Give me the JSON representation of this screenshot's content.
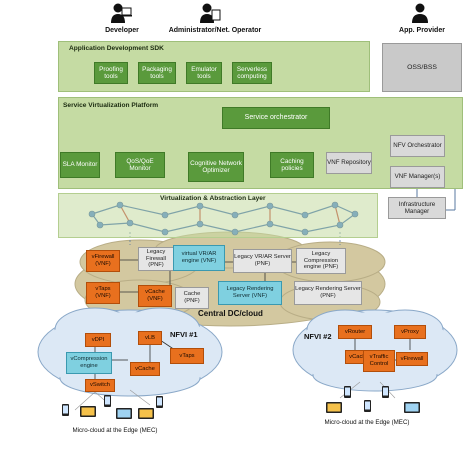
{
  "roles": {
    "developer": "Developer",
    "administrator": "Administrator/Net. Operator",
    "provider": "App. Provider"
  },
  "sdk": {
    "title": "Application Development SDK",
    "tools": [
      "Proofing tools",
      "Packaging tools",
      "Emulator tools",
      "Serverless computing"
    ]
  },
  "oss": "OSS/BSS",
  "svp": {
    "title": "Service Virtualization Platform",
    "orchestrator": "Service orchestrator",
    "boxes": [
      "SLA Monitor",
      "QoS/QoE Monitor",
      "Cognitive Network Optimizer",
      "Caching policies"
    ],
    "vnf_repository": "VNF Repository"
  },
  "nfv": {
    "orchestrator": "NFV Orchestrator",
    "vnf_managers": "VNF Manager(s)",
    "infrastructure_manager": "Infrastructure Manager"
  },
  "val": {
    "title": "Virtualization & Abstraction Layer"
  },
  "central": {
    "title": "Central DC/cloud",
    "vfirewall": "vFirewall (VNF)",
    "vtaps": "vTaps (VNF)",
    "vcache": "vCache (VNF)",
    "legacy_firewall": "Legacy Firewall (PNF)",
    "virtual_vr": "virtual VR/AR engine (VNF)",
    "legacy_vr_server": "Legacy VR/AR Server (PNF)",
    "legacy_compression": "Legacy Compression engine (PNF)",
    "cache_pnf": "Cache (PNF)",
    "legacy_rendering_vnf": "Legacy Rendering Server (VNF)",
    "legacy_rendering_pnf": "Legacy Rendering Server (PNF)"
  },
  "nfvi1": {
    "title": "NFVI #1",
    "vdpi": "vDPI",
    "vlb": "vLB",
    "vcompression": "vCompression engine",
    "vtaps": "vTaps",
    "vcache": "vCache",
    "vswitch": "vSwitch",
    "caption": "Micro-cloud at the Edge (MEC)"
  },
  "nfvi2": {
    "title": "NFVI #2",
    "vrouter": "vRouter",
    "vproxy": "vProxy",
    "vcache": "vCache",
    "vtraffic": "vTraffic Control",
    "vfirewall": "vFirewall",
    "caption": "Micro-cloud at the Edge (MEC)"
  },
  "colors": {
    "layer_green": "#c5dba3",
    "box_green": "#5a9a3c",
    "vnf_orange": "#e8701e",
    "virtual_cyan": "#7fd0e0",
    "pnf_grey": "#d9d9d9",
    "cloud_tan": "#d3c8a0",
    "edge_cloud_blue": "#dce8f5"
  }
}
